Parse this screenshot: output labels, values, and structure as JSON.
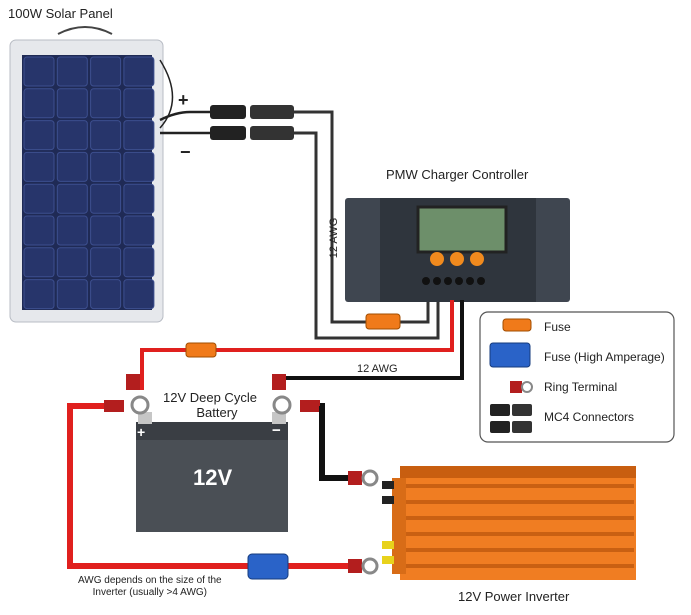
{
  "panel": {
    "title": "100W Solar Panel",
    "plus": "+",
    "minus": "−"
  },
  "controller": {
    "title": "PMW Charger Controller"
  },
  "wires": {
    "gauge_vertical": "12 AWG",
    "gauge_horizontal": "12 AWG"
  },
  "battery": {
    "title_line1": "12V Deep Cycle",
    "title_line2": "Battery",
    "voltage": "12V",
    "plus": "+",
    "minus": "−"
  },
  "inverter": {
    "title": "12V Power Inverter"
  },
  "note": {
    "line1": "AWG depends on the size of the",
    "line2": "Inverter (usually >4 AWG)"
  },
  "legend": {
    "fuse": "Fuse",
    "fuse_high": "Fuse (High Amperage)",
    "ring_terminal": "Ring Terminal",
    "mc4": "MC4 Connectors"
  },
  "colors": {
    "positive_wire": "#e0201e",
    "negative_wire": "#111111",
    "fuse": "#f07a1a",
    "fuse_high": "#2a63c8",
    "inverter": "#f07d22",
    "battery": "#4a4f55",
    "panel_cell": "#27356b",
    "controller": "#3f4650"
  }
}
